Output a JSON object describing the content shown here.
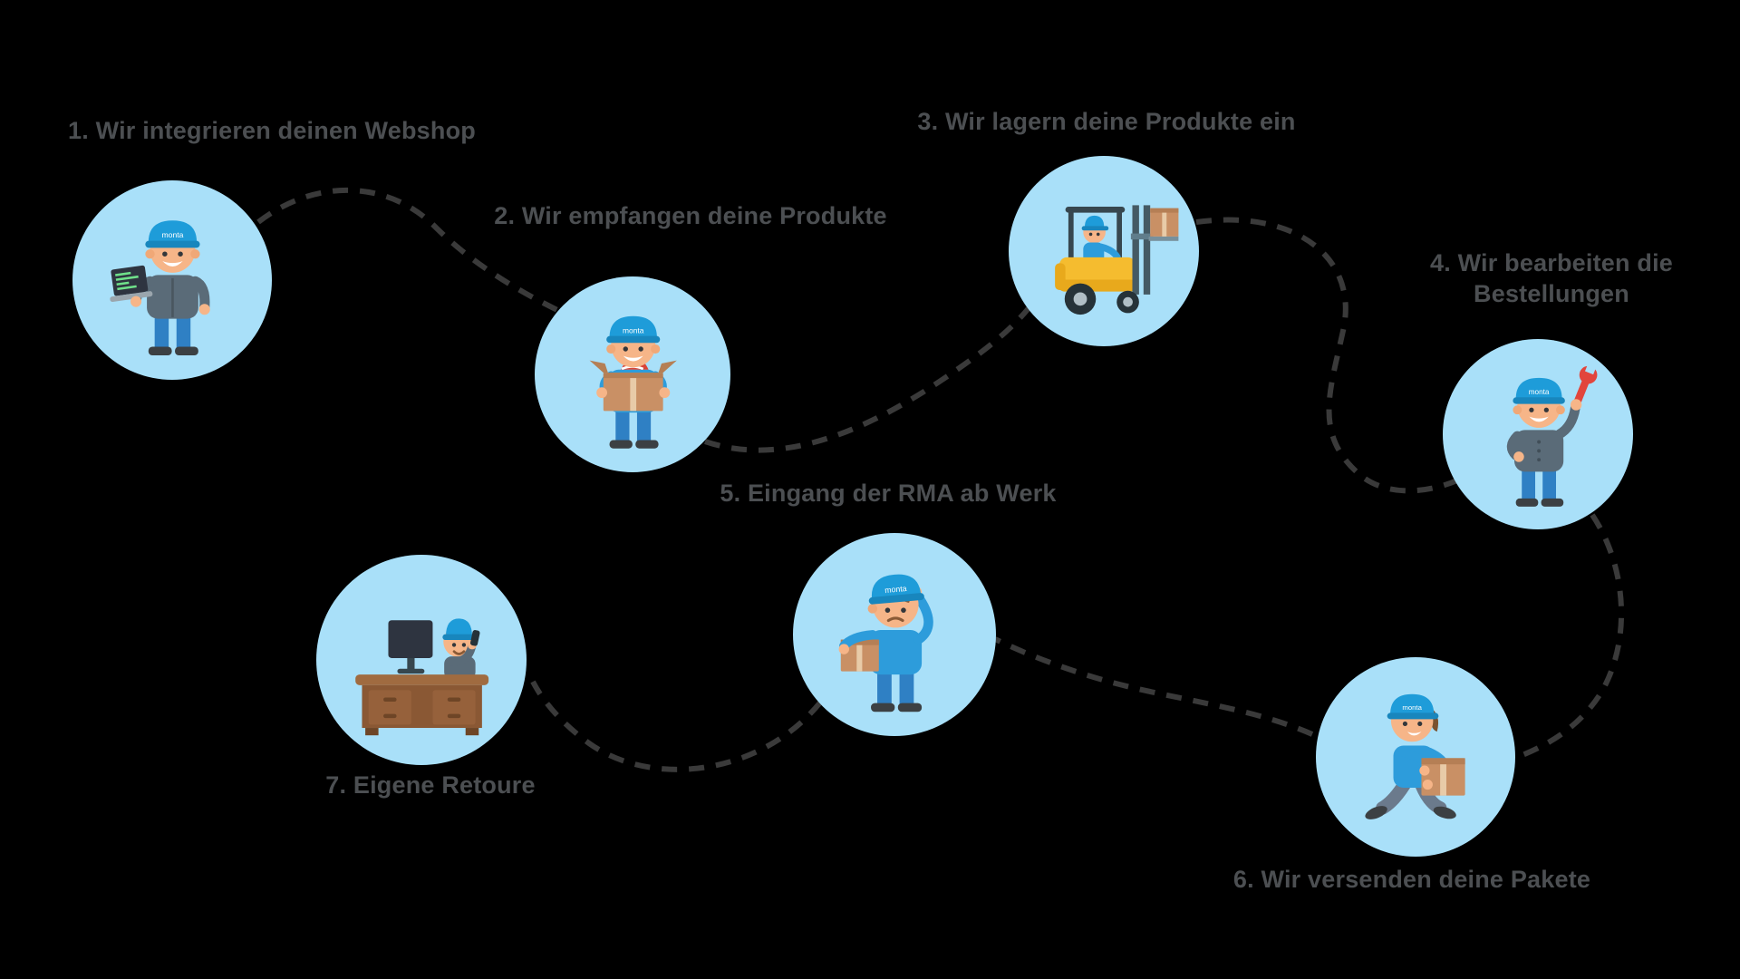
{
  "diagram": {
    "brand": "monta",
    "steps": [
      {
        "number": "1",
        "label": "1. Wir integrieren deinen Webshop",
        "icon": "laptop-worker-icon"
      },
      {
        "number": "2",
        "label": "2. Wir empfangen deine Produkte",
        "icon": "open-box-product-worker-icon"
      },
      {
        "number": "3",
        "label": "3. Wir lagern deine Produkte ein",
        "icon": "forklift-icon"
      },
      {
        "number": "4",
        "label": "4. Wir bearbeiten die Bestellungen",
        "icon": "wrench-worker-icon"
      },
      {
        "number": "5",
        "label": "5. Eingang der RMA ab Werk",
        "icon": "confused-worker-box-icon"
      },
      {
        "number": "6",
        "label": "6. Wir versenden deine Pakete",
        "icon": "walking-courier-box-icon"
      },
      {
        "number": "7",
        "label": "7. Eigene Retoure",
        "icon": "support-desk-phone-icon"
      }
    ],
    "colors": {
      "background": "#000000",
      "circle_fill": "#a9e0f9",
      "label_text": "#4c4f52",
      "connector": "#3a3a3a",
      "cap_blue": "#1e9cd9",
      "shirt_blue": "#2d9cdb",
      "pants_blue": "#2f80c4",
      "shirt_gray": "#5a6b78",
      "box_tan": "#c99065",
      "accent_red": "#e2453c",
      "forklift_yellow": "#f5bc2f"
    }
  }
}
